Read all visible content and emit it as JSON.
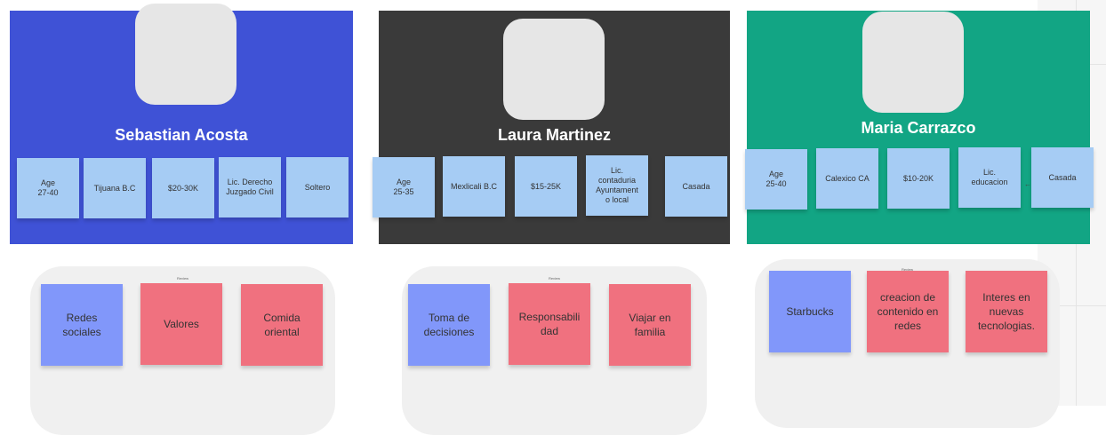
{
  "colors": {
    "persona_1_bg": "#3f52d6",
    "persona_2_bg": "#3a3a3a",
    "persona_3_bg": "#12a584",
    "attribute_sticky": "#a6ccf4",
    "blue_sticky": "#8197fa",
    "red_sticky": "#f0717f"
  },
  "personas": [
    {
      "name": "Sebastian Acosta",
      "attributes": [
        "Age\n27-40",
        "Tijuana B.C",
        "$20-30K",
        "Lic. Derecho\nJuzgado Civil",
        "Soltero"
      ],
      "board_label": "Review",
      "notes": [
        "Redes\nsociales",
        "Valores",
        "Comida\noriental"
      ]
    },
    {
      "name": "Laura Martinez",
      "attributes": [
        "Age\n25-35",
        "Mexlicali B.C",
        "$15-25K",
        "Lic.\ncontaduria\nAyuntament\no local",
        "Casada"
      ],
      "board_label": "Review",
      "notes": [
        "Toma de\ndecisiones",
        "Responsabili\ndad",
        "Viajar en\nfamilia"
      ]
    },
    {
      "name": "Maria Carrazco",
      "attributes": [
        "Age\n25-40",
        "Calexico CA",
        "$10-20K",
        "Lic.\neducacion",
        "Casada"
      ],
      "board_label": "Review",
      "notes": [
        "Starbucks",
        "creacion de\ncontenido en\nredes",
        "Interes en\nnuevas\ntecnologias."
      ]
    }
  ],
  "icons": {
    "connector_arrow": "arrow-left-icon"
  }
}
